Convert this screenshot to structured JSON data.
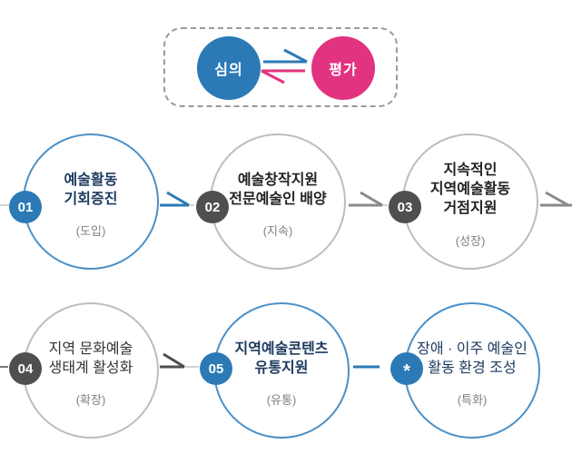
{
  "legend": {
    "review_label": "심의",
    "evaluation_label": "평가"
  },
  "steps": [
    {
      "badge": "01",
      "title": "예술활동\n기회증진",
      "subtitle": "(도입)"
    },
    {
      "badge": "02",
      "title": "예술창작지원\n전문예술인 배양",
      "subtitle": "(지속)"
    },
    {
      "badge": "03",
      "title": "지속적인\n지역예술활동\n거점지원",
      "subtitle": "(성장)"
    },
    {
      "badge": "04",
      "title": "지역 문화예술\n생태계 활성화",
      "subtitle": "(확장)"
    },
    {
      "badge": "05",
      "title": "지역예술콘텐츠\n유통지원",
      "subtitle": "(유통)"
    },
    {
      "badge": "*",
      "title": "장애 · 이주 예술인\n활동 환경 조성",
      "subtitle": "(특화)"
    }
  ],
  "colors": {
    "accent_blue": "#2b7ab5",
    "accent_pink": "#e23380",
    "blue_border": "#4a90c8",
    "gray_border": "#bdbdbd",
    "badge_gray": "#4f4f4f",
    "navy_text": "#1b3a5e",
    "dark_text": "#222222",
    "subtitle_gray": "#808080",
    "arrow_gray": "#8a8a8a"
  }
}
